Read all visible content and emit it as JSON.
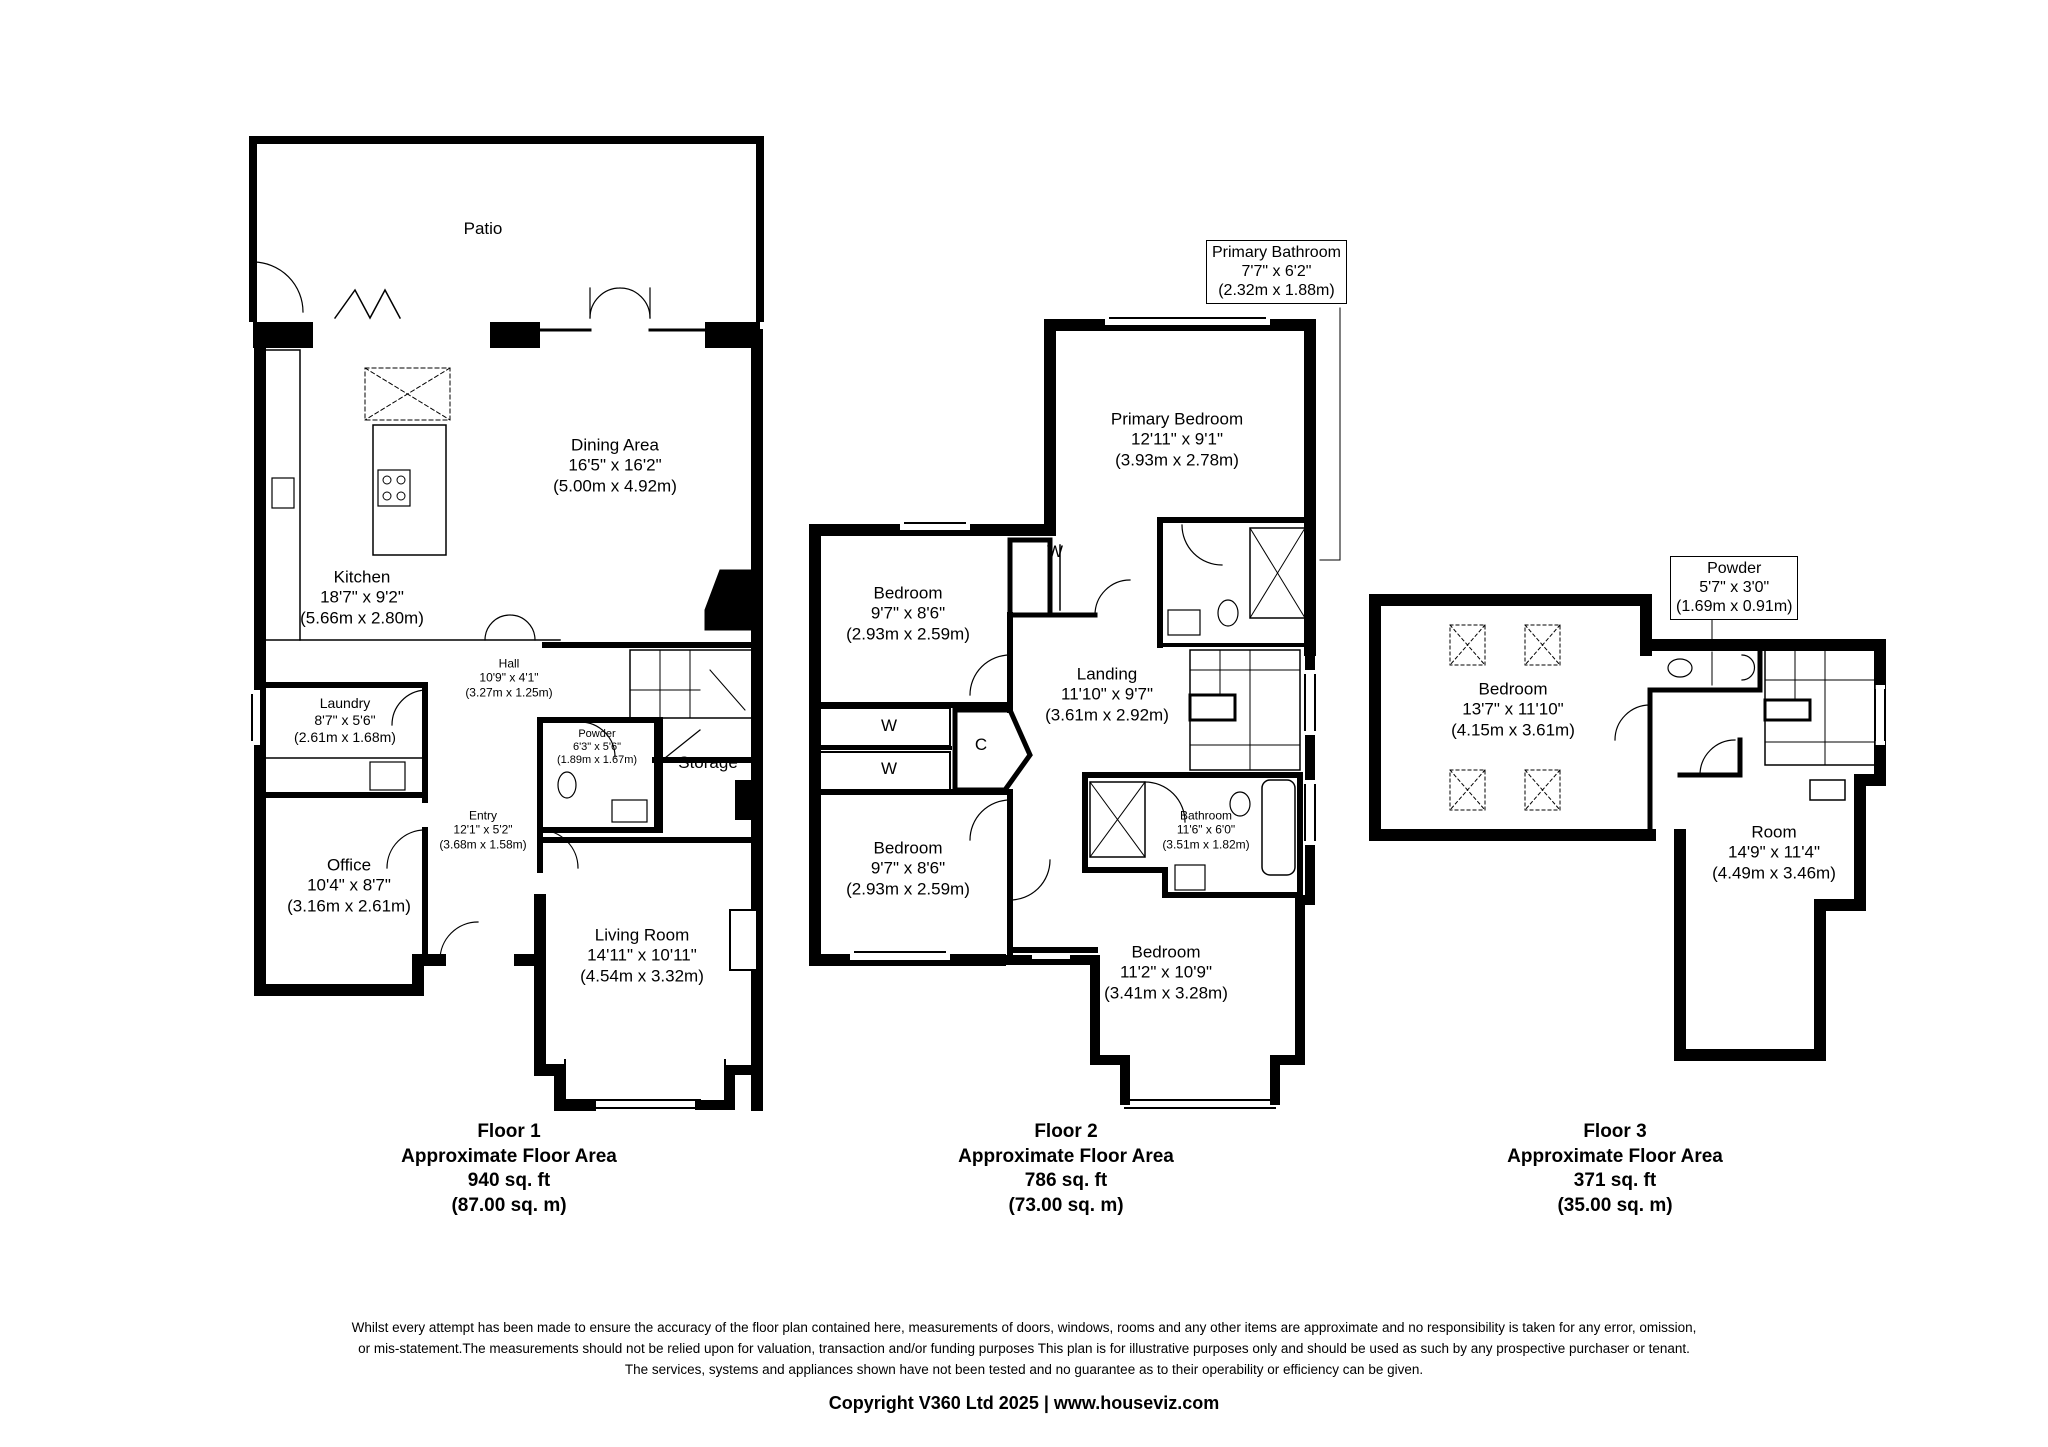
{
  "floors": [
    {
      "title": "Floor 1",
      "area_label": "Approximate Floor Area",
      "area_sqft": "940 sq. ft",
      "area_sqm": "(87.00 sq. m)",
      "rooms": {
        "patio": {
          "name": "Patio",
          "dims": "",
          "metric": ""
        },
        "dining": {
          "name": "Dining Area",
          "dims": "16'5\" x 16'2\"",
          "metric": "(5.00m x 4.92m)"
        },
        "kitchen": {
          "name": "Kitchen",
          "dims": "18'7\" x 9'2\"",
          "metric": "(5.66m x 2.80m)"
        },
        "hall": {
          "name": "Hall",
          "dims": "10'9\" x 4'1\"",
          "metric": "(3.27m x 1.25m)"
        },
        "laundry": {
          "name": "Laundry",
          "dims": "8'7\" x 5'6\"",
          "metric": "(2.61m x 1.68m)"
        },
        "powder": {
          "name": "Powder",
          "dims": "6'3\" x 5'6\"",
          "metric": "(1.89m x 1.67m)"
        },
        "storage": {
          "name": "Storage",
          "dims": "",
          "metric": ""
        },
        "entry": {
          "name": "Entry",
          "dims": "12'1\" x 5'2\"",
          "metric": "(3.68m x 1.58m)"
        },
        "office": {
          "name": "Office",
          "dims": "10'4\" x 8'7\"",
          "metric": "(3.16m x 2.61m)"
        },
        "living": {
          "name": "Living Room",
          "dims": "14'11\" x 10'11\"",
          "metric": "(4.54m x 3.32m)"
        }
      }
    },
    {
      "title": "Floor 2",
      "area_label": "Approximate Floor Area",
      "area_sqft": "786 sq. ft",
      "area_sqm": "(73.00 sq. m)",
      "rooms": {
        "primary_bathroom": {
          "name": "Primary Bathroom",
          "dims": "7'7\" x 6'2\"",
          "metric": "(2.32m x 1.88m)"
        },
        "primary_bedroom": {
          "name": "Primary Bedroom",
          "dims": "12'11\" x 9'1\"",
          "metric": "(3.93m x 2.78m)"
        },
        "bedroom_a": {
          "name": "Bedroom",
          "dims": "9'7\" x 8'6\"",
          "metric": "(2.93m x 2.59m)"
        },
        "bedroom_b": {
          "name": "Bedroom",
          "dims": "9'7\" x 8'6\"",
          "metric": "(2.93m x 2.59m)"
        },
        "landing": {
          "name": "Landing",
          "dims": "11'10\" x 9'7\"",
          "metric": "(3.61m x 2.92m)"
        },
        "bathroom": {
          "name": "Bathroom",
          "dims": "11'6\" x 6'0\"",
          "metric": "(3.51m x 1.82m)"
        },
        "bedroom_c": {
          "name": "Bedroom",
          "dims": "11'2\" x 10'9\"",
          "metric": "(3.41m x 3.28m)"
        },
        "wardrobe_1": {
          "name": "W"
        },
        "wardrobe_2": {
          "name": "W"
        },
        "wardrobe_3": {
          "name": "W"
        },
        "closet": {
          "name": "C"
        }
      }
    },
    {
      "title": "Floor 3",
      "area_label": "Approximate Floor Area",
      "area_sqft": "371 sq. ft",
      "area_sqm": "(35.00 sq. m)",
      "rooms": {
        "powder": {
          "name": "Powder",
          "dims": "5'7\" x 3'0\"",
          "metric": "(1.69m x 0.91m)"
        },
        "bedroom": {
          "name": "Bedroom",
          "dims": "13'7\" x 11'10\"",
          "metric": "(4.15m x 3.61m)"
        },
        "room": {
          "name": "Room",
          "dims": "14'9\" x 11'4\"",
          "metric": "(4.49m x 3.46m)"
        }
      }
    }
  ],
  "disclaimer": [
    "Whilst every attempt has been made to ensure the accuracy of the floor plan contained here, measurements of doors, windows, rooms and any other items are approximate and no responsibility is taken for any error, omission,",
    "or mis-statement.The measurements should not be relied upon for valuation, transaction and/or funding purposes This plan is for illustrative purposes only and should be used as such by any prospective purchaser or tenant.",
    "The services, systems and appliances shown have not been tested and no guarantee as to their operability or efficiency can be given."
  ],
  "copyright": "Copyright V360 Ltd 2025 | www.houseviz.com",
  "colors": {
    "wall": "#000000",
    "fixture": "#555555",
    "background": "#ffffff"
  }
}
